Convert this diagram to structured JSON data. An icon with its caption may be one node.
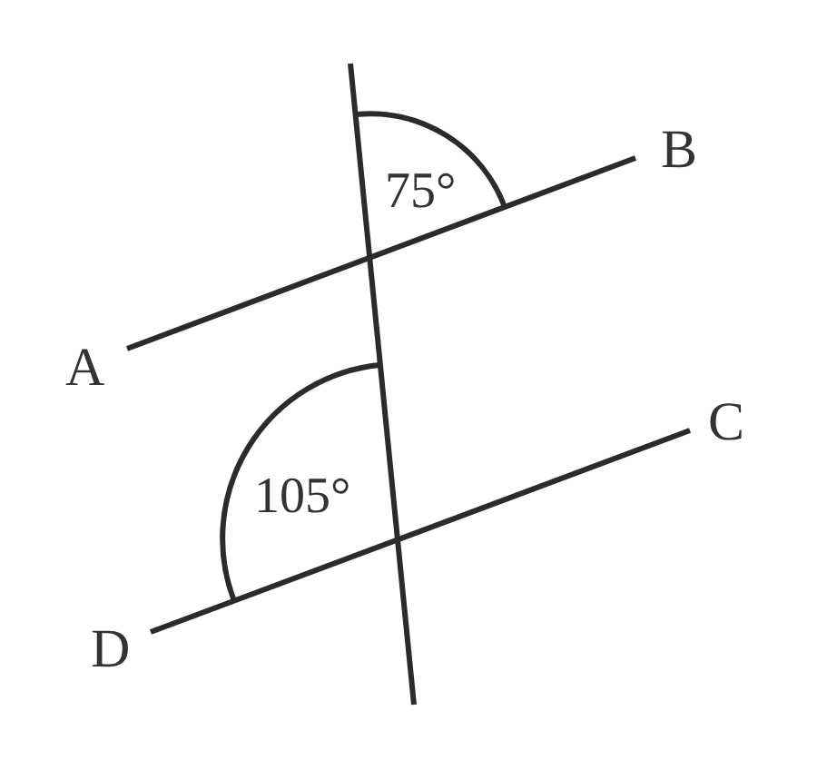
{
  "diagram": {
    "labels": [
      "B",
      "75°",
      "A",
      "C",
      "105°",
      "D"
    ]
  }
}
